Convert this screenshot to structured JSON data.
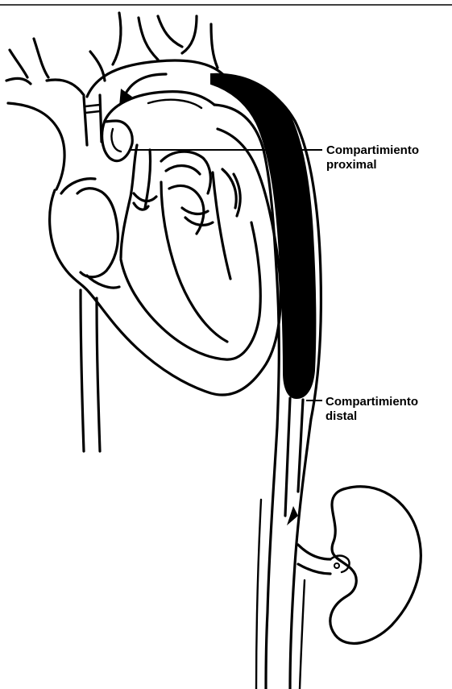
{
  "labels": {
    "proximal": {
      "line1": "Compartimiento",
      "line2": "proximal"
    },
    "distal": {
      "line1": "Compartimiento",
      "line2": "distal"
    }
  },
  "colors": {
    "ink": "#000000",
    "background": "#ffffff"
  }
}
